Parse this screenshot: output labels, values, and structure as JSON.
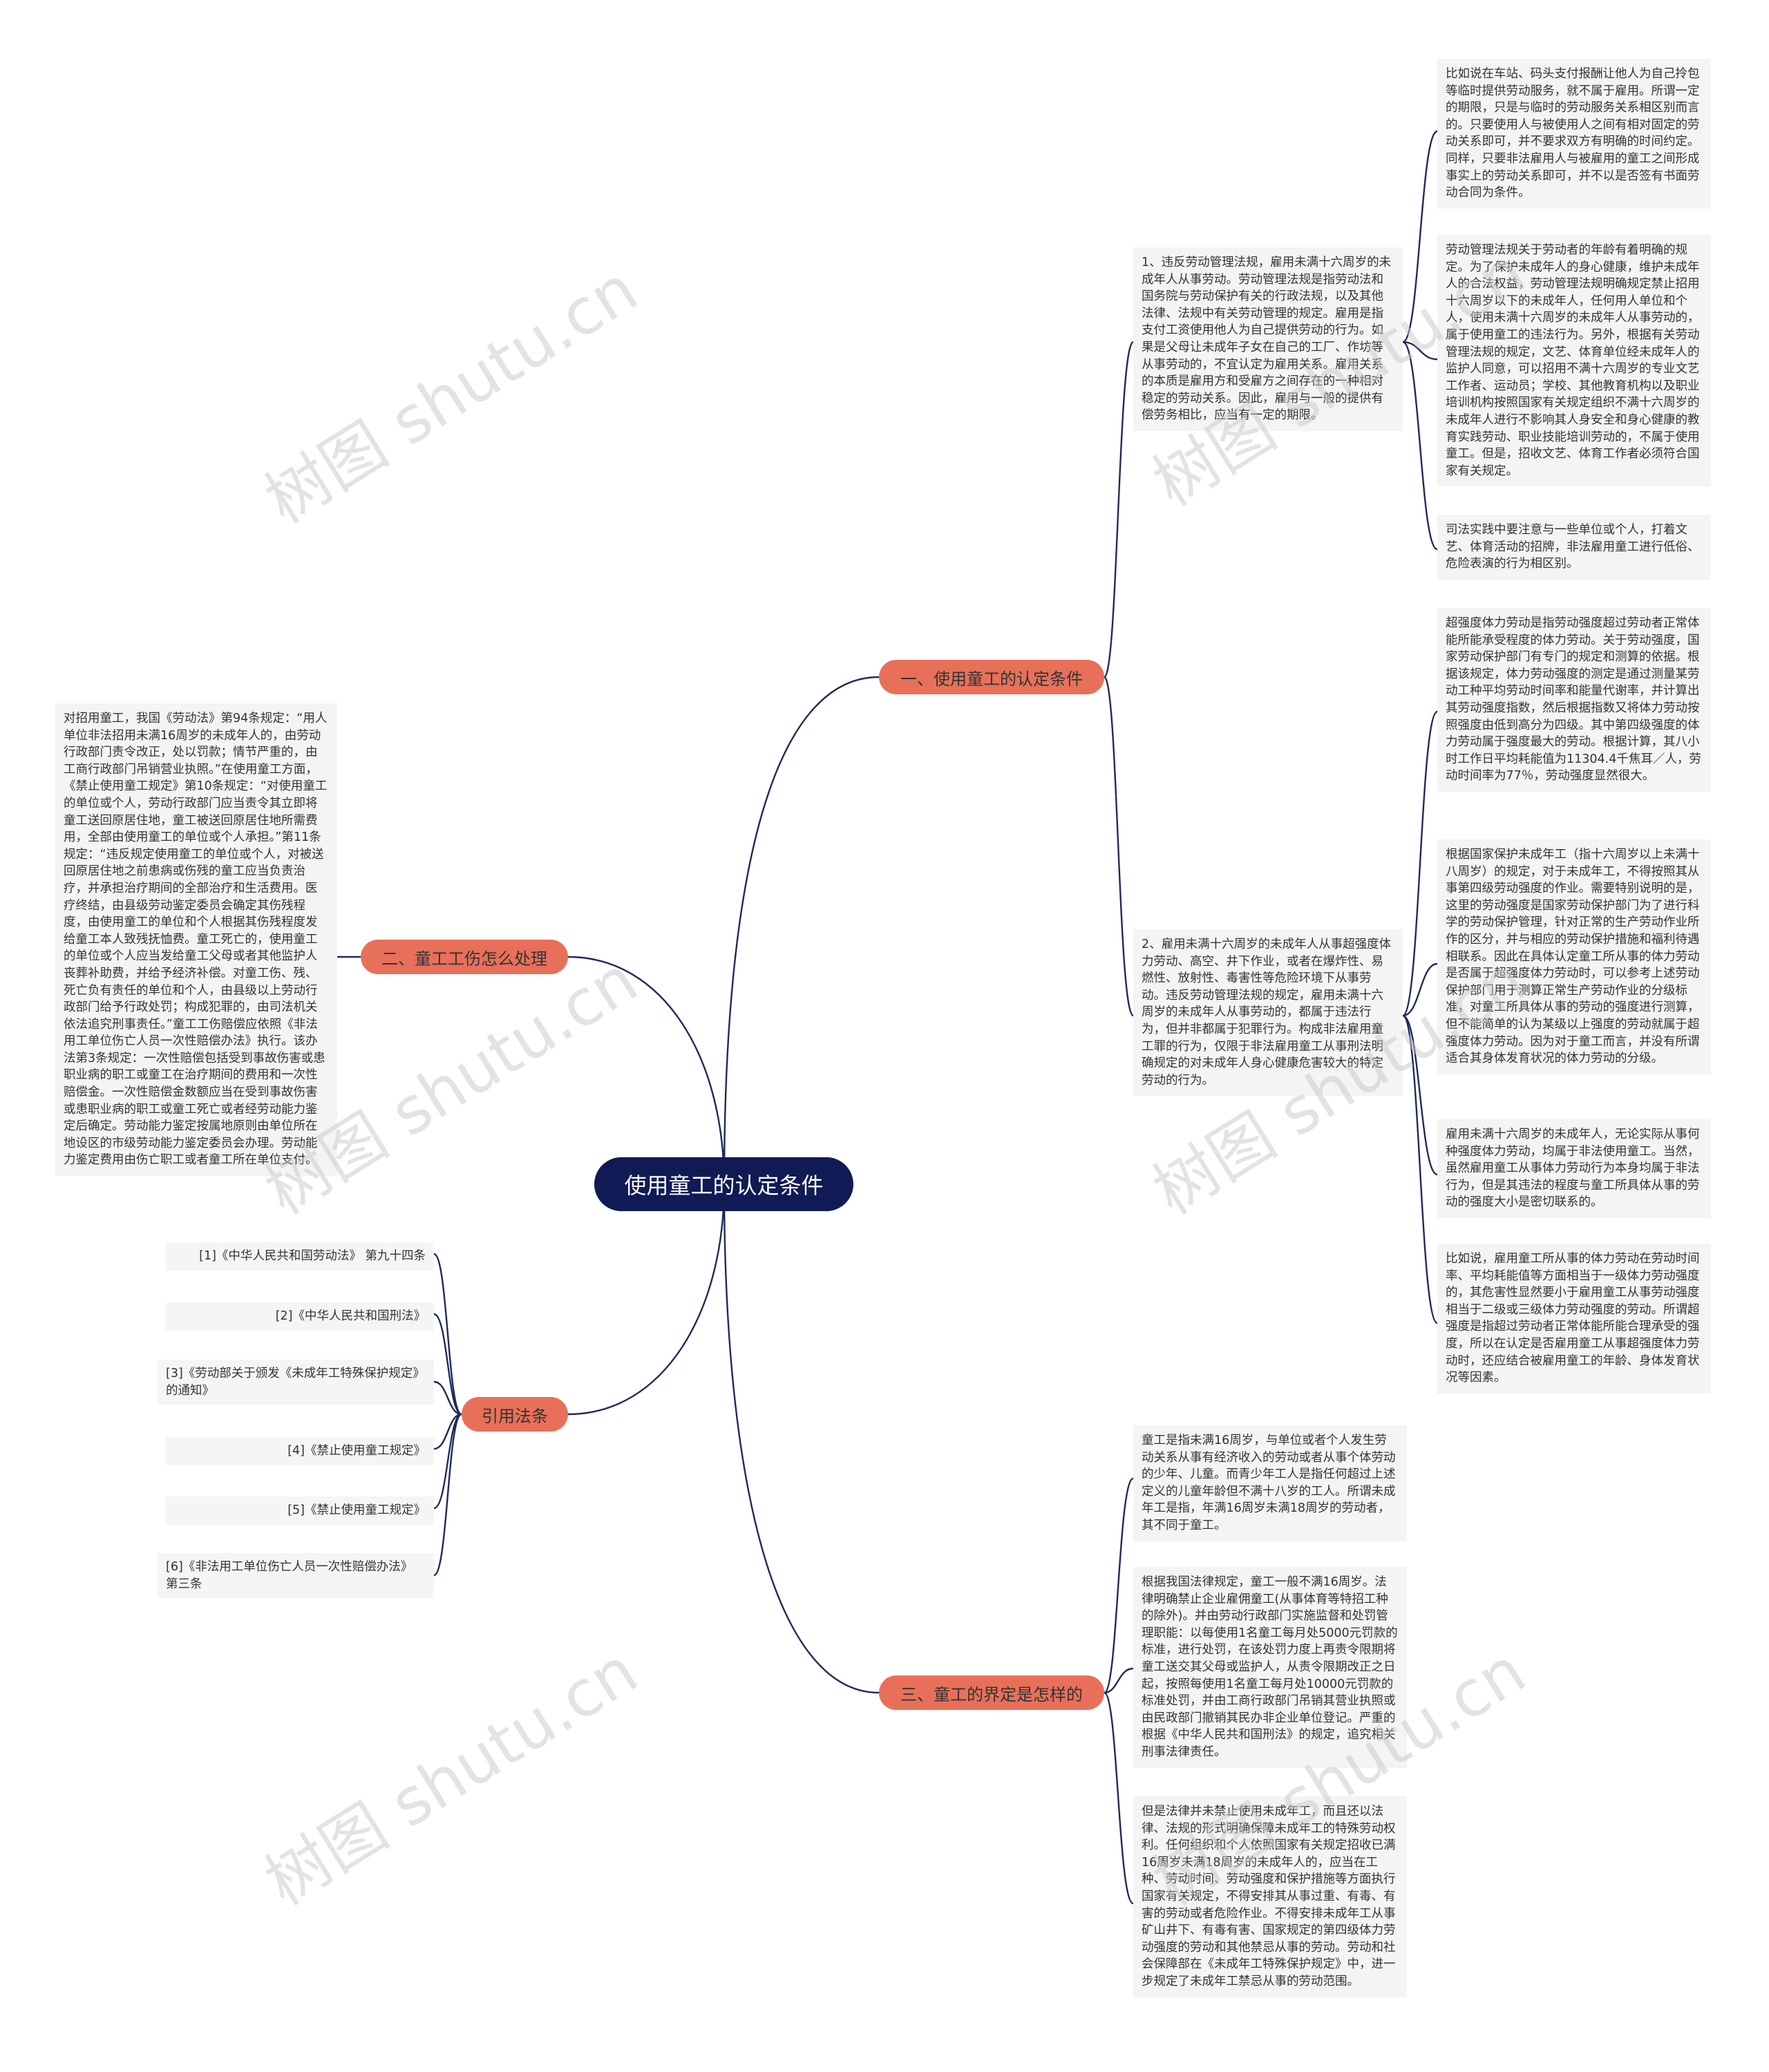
{
  "watermark": "树图 shutu.cn",
  "root": {
    "label": "使用童工的认定条件"
  },
  "branches": {
    "b1": {
      "label": "一、使用童工的认定条件"
    },
    "b2": {
      "label": "二、童工工伤怎么处理"
    },
    "b3": {
      "label": "三、童工的界定是怎样的"
    },
    "b4": {
      "label": "引用法条"
    }
  },
  "b1": {
    "sub1": {
      "text": "1、违反劳动管理法规，雇用未满十六周岁的未成年人从事劳动。劳动管理法规是指劳动法和国务院与劳动保护有关的行政法规，以及其他法律、法规中有关劳动管理的规定。雇用是指支付工资使用他人为自己提供劳动的行为。如果是父母让未成年子女在自己的工厂、作坊等从事劳动的，不宜认定为雇用关系。雇用关系的本质是雇用方和受雇方之间存在的一种相对稳定的劳动关系。因此，雇用与一般的提供有偿劳务相比，应当有一定的期限。",
      "details": [
        "比如说在车站、码头支付报酬让他人为自己拎包等临时提供劳动服务，就不属于雇用。所谓一定的期限，只是与临时的劳动服务关系相区别而言的。只要使用人与被使用人之间有相对固定的劳动关系即可，并不要求双方有明确的时间约定。同样，只要非法雇用人与被雇用的童工之间形成事实上的劳动关系即可，并不以是否签有书面劳动合同为条件。",
        "劳动管理法规关于劳动者的年龄有着明确的规定。为了保护未成年人的身心健康，维护未成年人的合法权益，劳动管理法规明确规定禁止招用十六周岁以下的未成年人，任何用人单位和个人，使用未满十六周岁的未成年人从事劳动的，属于使用童工的违法行为。另外，根据有关劳动管理法规的规定，文艺、体育单位经未成年人的监护人同意，可以招用不满十六周岁的专业文艺工作者、运动员；学校、其他教育机构以及职业培训机构按照国家有关规定组织不满十六周岁的未成年人进行不影响其人身安全和身心健康的教育实践劳动、职业技能培训劳动的，不属于使用童工。但是，招收文艺、体育工作者必须符合国家有关规定。",
        "司法实践中要注意与一些单位或个人，打着文艺、体育活动的招牌，非法雇用童工进行低俗、危险表演的行为相区别。"
      ]
    },
    "sub2": {
      "text": "2、雇用未满十六周岁的未成年人从事超强度体力劳动、高空、井下作业，或者在爆炸性、易燃性、放射性、毒害性等危险环境下从事劳动。违反劳动管理法规的规定，雇用未满十六周岁的未成年人从事劳动的，都属于违法行为，但并非都属于犯罪行为。构成非法雇用童工罪的行为，仅限于非法雇用童工从事刑法明确规定的对未成年人身心健康危害较大的特定劳动的行为。",
      "details": [
        "超强度体力劳动是指劳动强度超过劳动者正常体能所能承受程度的体力劳动。关于劳动强度，国家劳动保护部门有专门的规定和测算的依据。根据该规定，体力劳动强度的测定是通过测量某劳动工种平均劳动时间率和能量代谢率，并计算出其劳动强度指数，然后根据指数又将体力劳动按照强度由低到高分为四级。其中第四级强度的体力劳动属于强度最大的劳动。根据计算，其八小时工作日平均耗能值为11304.4千焦耳／人，劳动时间率为77％，劳动强度显然很大。",
        "根据国家保护未成年工（指十六周岁以上未满十八周岁）的规定，对于未成年工，不得按照其从事第四级劳动强度的作业。需要特别说明的是，这里的劳动强度是国家劳动保护部门为了进行科学的劳动保护管理，针对正常的生产劳动作业所作的区分，并与相应的劳动保护措施和福利待遇相联系。因此在具体认定童工所从事的体力劳动是否属于超强度体力劳动时，可以参考上述劳动保护部门用于测算正常生产劳动作业的分级标准，对童工所具体从事的劳动的强度进行测算，但不能简单的认为某级以上强度的劳动就属于超强度体力劳动。因为对于童工而言，并没有所谓适合其身体发育状况的体力劳动的分级。",
        "雇用未满十六周岁的未成年人，无论实际从事何种强度体力劳动，均属于非法使用童工。当然，虽然雇用童工从事体力劳动行为本身均属于非法行为，但是其违法的程度与童工所具体从事的劳动的强度大小是密切联系的。",
        "比如说，雇用童工所从事的体力劳动在劳动时间率、平均耗能值等方面相当于一级体力劳动强度的，其危害性显然要小于雇用童工从事劳动强度相当于二级或三级体力劳动强度的劳动。所谓超强度是指超过劳动者正常体能所能合理承受的强度，所以在认定是否雇用童工从事超强度体力劳动时，还应结合被雇用童工的年龄、身体发育状况等因素。"
      ]
    }
  },
  "b2": {
    "text": "对招用童工，我国《劳动法》第94条规定：“用人单位非法招用未满16周岁的未成年人的，由劳动行政部门责令改正，处以罚款；情节严重的，由工商行政部门吊销营业执照。”在使用童工方面，《禁止使用童工规定》第10条规定：“对使用童工的单位或个人，劳动行政部门应当责令其立即将童工送回原居住地，童工被送回原居住地所需费用，全部由使用童工的单位或个人承担。”第11条规定：“违反规定使用童工的单位或个人，对被送回原居住地之前患病或伤残的童工应当负责治疗，并承担治疗期间的全部治疗和生活费用。医疗终结，由县级劳动鉴定委员会确定其伤残程度，由使用童工的单位和个人根据其伤残程度发给童工本人致残抚恤费。童工死亡的，使用童工的单位或个人应当发给童工父母或者其他监护人丧葬补助费，并给予经济补偿。对童工伤、残、死亡负有责任的单位和个人，由县级以上劳动行政部门给予行政处罚；构成犯罪的，由司法机关依法追究刑事责任。”童工工伤赔偿应依照《非法用工单位伤亡人员一次性赔偿办法》执行。该办法第3条规定：一次性赔偿包括受到事故伤害或患职业病的职工或童工在治疗期间的费用和一次性赔偿金。一次性赔偿金数额应当在受到事故伤害或患职业病的职工或童工死亡或者经劳动能力鉴定后确定。劳动能力鉴定按属地原则由单位所在地设区的市级劳动能力鉴定委员会办理。劳动能力鉴定费用由伤亡职工或者童工所在单位支付。"
  },
  "b3": {
    "details": [
      "童工是指未满16周岁，与单位或者个人发生劳动关系从事有经济收入的劳动或者从事个体劳动的少年、儿童。而青少年工人是指任何超过上述定义的儿童年龄但不满十八岁的工人。所谓未成年工是指，年满16周岁未满18周岁的劳动者，其不同于童工。",
      "根据我国法律规定，童工一般不满16周岁。法律明确禁止企业雇佣童工(从事体育等特招工种的除外)。并由劳动行政部门实施监督和处罚管理职能：以每使用1名童工每月处5000元罚款的标准，进行处罚，在该处罚力度上再责令限期将童工送交其父母或监护人，从责令限期改正之日起，按照每使用1名童工每月处10000元罚款的标准处罚，并由工商行政部门吊销其营业执照或由民政部门撤销其民办非企业单位登记。严重的根据《中华人民共和国刑法》的规定，追究相关刑事法律责任。",
      "但是法律并未禁止使用未成年工，而且还以法律、法规的形式明确保障未成年工的特殊劳动权利。任何组织和个人依照国家有关规定招收已满16周岁未满18周岁的未成年人的，应当在工种、劳动时间、劳动强度和保护措施等方面执行国家有关规定，不得安排其从事过重、有毒、有害的劳动或者危险作业。不得安排未成年工从事矿山井下、有毒有害、国家规定的第四级体力劳动强度的劳动和其他禁忌从事的劳动。劳动和社会保障部在《未成年工特殊保护规定》中，进一步规定了未成年工禁忌从事的劳动范围。"
    ]
  },
  "b4": {
    "refs": [
      "[1]《中华人民共和国劳动法》 第九十四条",
      "[2]《中华人民共和国刑法》",
      "[3]《劳动部关于颁发《未成年工特殊保护规定》的通知》",
      "[4]《禁止使用童工规定》",
      "[5]《禁止使用童工规定》",
      "[6]《非法用工单位伤亡人员一次性赔偿办法》 第三条"
    ]
  }
}
